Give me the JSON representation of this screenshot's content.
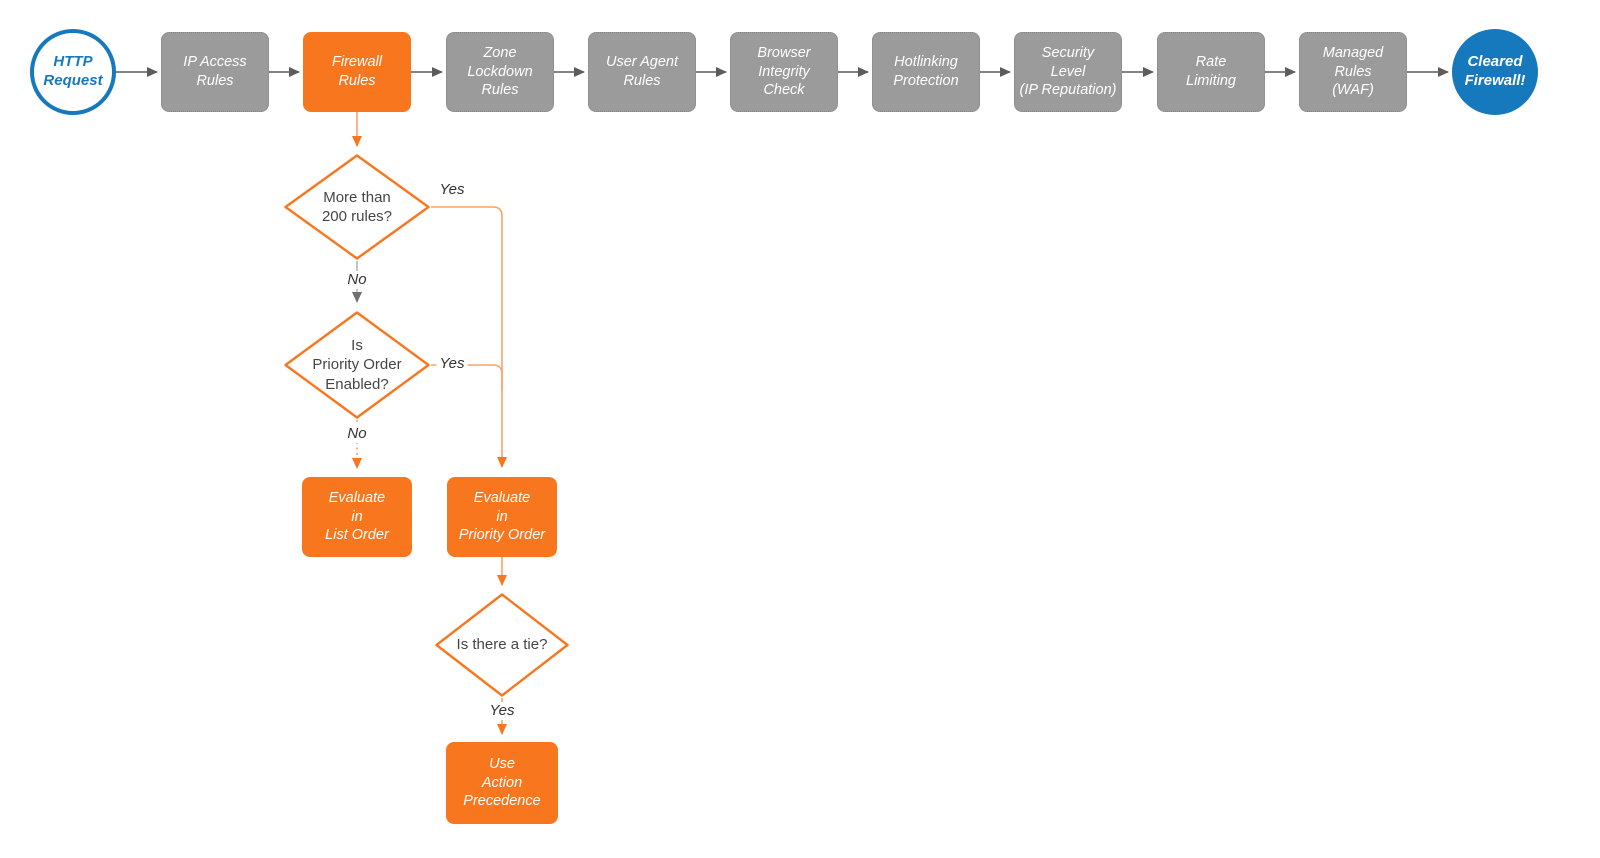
{
  "colors": {
    "orange": "#f8771e",
    "orange_light_line": "#f9a36a",
    "gray_node_fill": "#9b9b9b",
    "gray_node_border": "#868686",
    "blue": "#1679be",
    "connector_dark": "#5c5c5c",
    "connector_gray": "#ababab",
    "decision_text": "#454545",
    "edge_label_text": "#333333"
  },
  "pipeline": {
    "start": {
      "label": "HTTP\nRequest"
    },
    "stages": [
      {
        "label": "IP Access\nRules"
      },
      {
        "label": "Firewall\nRules"
      },
      {
        "label": "Zone\nLockdown\nRules"
      },
      {
        "label": "User Agent\nRules"
      },
      {
        "label": "Browser\nIntegrity\nCheck"
      },
      {
        "label": "Hotlinking\nProtection"
      },
      {
        "label": "Security\nLevel\n(IP Reputation)"
      },
      {
        "label": "Rate\nLimiting"
      },
      {
        "label": "Managed\nRules\n(WAF)"
      }
    ],
    "end": {
      "label": "Cleared\nFirewall!"
    }
  },
  "branch": {
    "decisions": [
      {
        "label": "More than\n200 rules?"
      },
      {
        "label": "Is\nPriority Order\nEnabled?"
      },
      {
        "label": "Is there a tie?"
      }
    ],
    "actions": [
      {
        "label": "Evaluate\nin\nList Order"
      },
      {
        "label": "Evaluate\nin\nPriority Order"
      },
      {
        "label": "Use\nAction\nPrecedence"
      }
    ],
    "edge_labels": {
      "yes1": "Yes",
      "no1": "No",
      "yes2": "Yes",
      "no2": "No",
      "yes3": "Yes"
    }
  }
}
